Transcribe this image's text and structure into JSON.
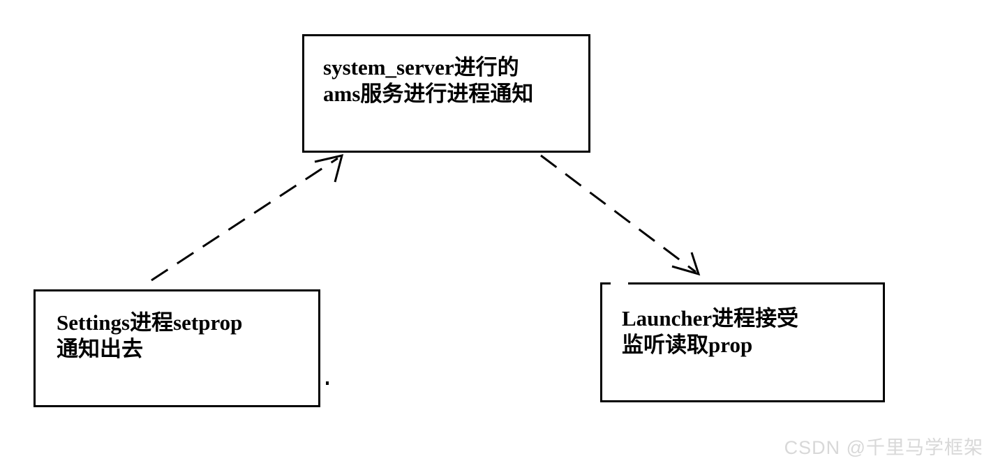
{
  "canvas": {
    "background": "#ffffff",
    "line_color": "#000000",
    "text_color": "#000000"
  },
  "diagram": {
    "type": "flow",
    "nodes": [
      {
        "id": "system_server",
        "line1": "system_server进行的",
        "line2": "ams服务进行进程通知"
      },
      {
        "id": "settings",
        "line1": "Settings进程setprop",
        "line2": "通知出去"
      },
      {
        "id": "launcher",
        "line1": "Launcher进程接受",
        "line2": "监听读取prop"
      }
    ],
    "edges": [
      {
        "from": "settings",
        "to": "system_server",
        "style": "dashed",
        "arrowhead": "open"
      },
      {
        "from": "system_server",
        "to": "launcher",
        "style": "dashed",
        "arrowhead": "open"
      }
    ]
  },
  "watermark": {
    "text": "CSDN @千里马学框架",
    "color": "#d8d8d8"
  }
}
